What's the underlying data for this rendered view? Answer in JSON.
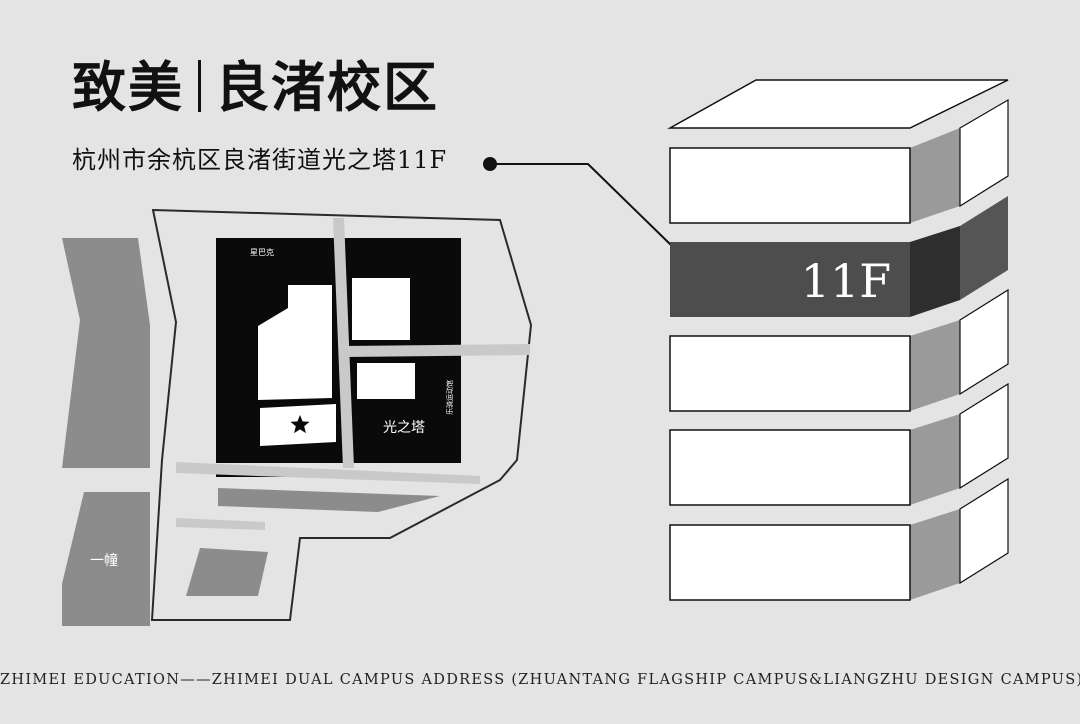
{
  "header": {
    "brand": "致美",
    "campus": "良渚校区",
    "address": "杭州市余杭区良渚街道光之塔11F"
  },
  "map": {
    "labels": {
      "starbucks": "星巴克",
      "sports_hall": "乐骑运动馆",
      "tower": "光之塔",
      "building": "一幢"
    },
    "marker": "location-star"
  },
  "building": {
    "highlight_floor": "11F"
  },
  "footer": {
    "text": "ZHIMEI EDUCATION——ZHIMEI DUAL CAMPUS ADDRESS (ZHUANTANG FLAGSHIP CAMPUS&LIANGZHU DESIGN CAMPUS)"
  },
  "colors": {
    "background": "#e4e4e4",
    "ink": "#111111",
    "road": "#c9c9c9",
    "gray_block": "#8c8c8c",
    "highlight_floor": "#4d4d4d"
  }
}
